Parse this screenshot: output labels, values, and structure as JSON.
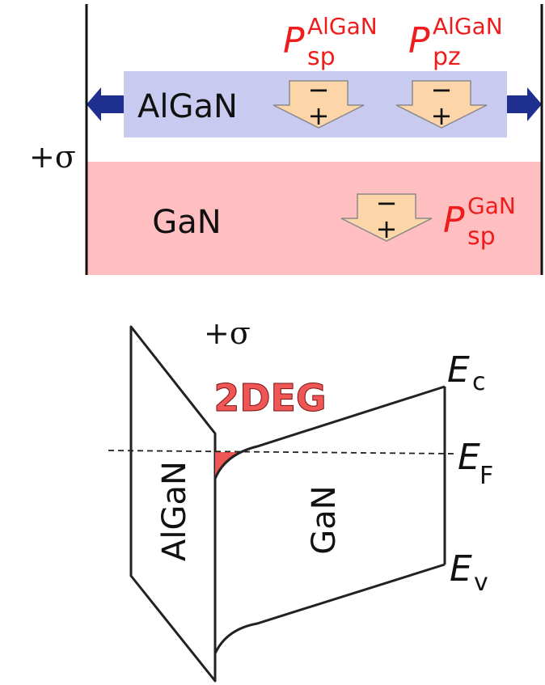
{
  "top": {
    "layer_top": "AlGaN",
    "layer_bottom": "GaN",
    "charge": "+σ",
    "minus": "−",
    "plus": "+",
    "p_sp_algan": {
      "main": "P",
      "sub": "sp",
      "sup": "AlGaN"
    },
    "p_pz_algan": {
      "main": "P",
      "sub": "pz",
      "sup": "AlGaN"
    },
    "p_sp_gan": {
      "main": "P",
      "sub": "sp",
      "sup": "GaN"
    }
  },
  "band": {
    "charge": "+σ",
    "channel": "2DEG",
    "left_region": "AlGaN",
    "right_region": "GaN",
    "ec": {
      "main": "E",
      "sub": "c"
    },
    "ef": {
      "main": "E",
      "sub": "F"
    },
    "ev": {
      "main": "E",
      "sub": "v"
    }
  },
  "colors": {
    "algan_fill": "#c9caf0",
    "gan_fill": "#ffbfc0",
    "dipole_fill": "#fcd5a8",
    "arrow_blue": "#1f2f8f",
    "label_red": "#ee1c1c",
    "deg_fill": "#ef5656"
  }
}
